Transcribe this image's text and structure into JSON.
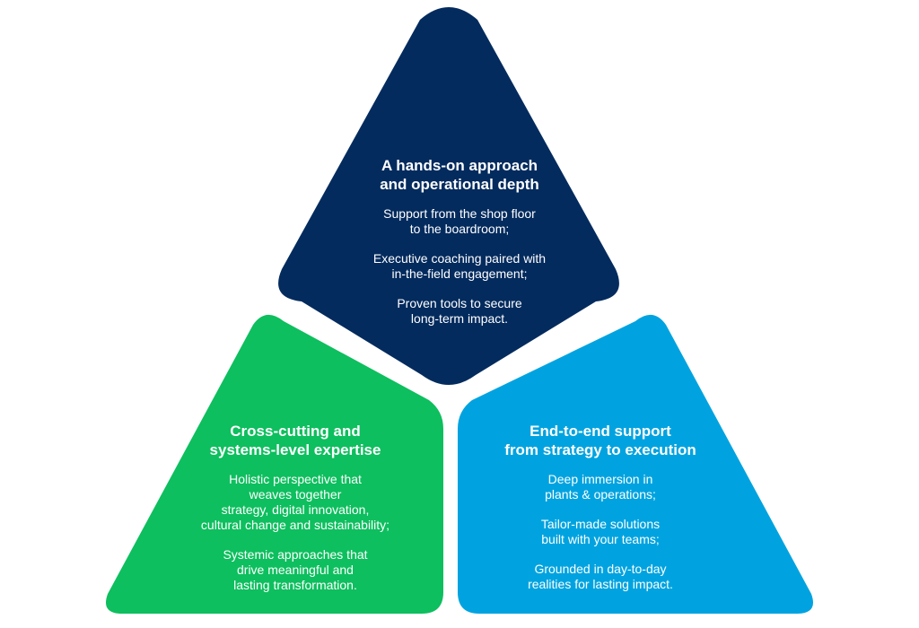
{
  "colors": {
    "top": "#032b5e",
    "left": "#0dbf5e",
    "right": "#00a3e0",
    "text": "#ffffff"
  },
  "top": {
    "heading": [
      "A hands-on approach",
      "and operational depth"
    ],
    "items": [
      [
        "Support from the shop floor",
        "to the boardroom;"
      ],
      [
        "Executive coaching paired with",
        "in-the-field engagement;"
      ],
      [
        "Proven tools to secure",
        "long-term impact."
      ]
    ]
  },
  "left": {
    "heading": [
      "Cross-cutting and",
      "systems-level expertise"
    ],
    "items": [
      [
        "Holistic perspective that",
        "weaves together",
        "strategy, digital innovation,",
        "cultural change and sustainability;"
      ],
      [
        "Systemic approaches that",
        "drive meaningful and",
        "lasting transformation."
      ]
    ]
  },
  "right": {
    "heading": [
      "End-to-end support",
      "from strategy to execution"
    ],
    "items": [
      [
        "Deep immersion in",
        "plants & operations;"
      ],
      [
        "Tailor-made solutions",
        "built with your teams;"
      ],
      [
        "Grounded in day-to-day",
        "realities for lasting impact."
      ]
    ]
  }
}
